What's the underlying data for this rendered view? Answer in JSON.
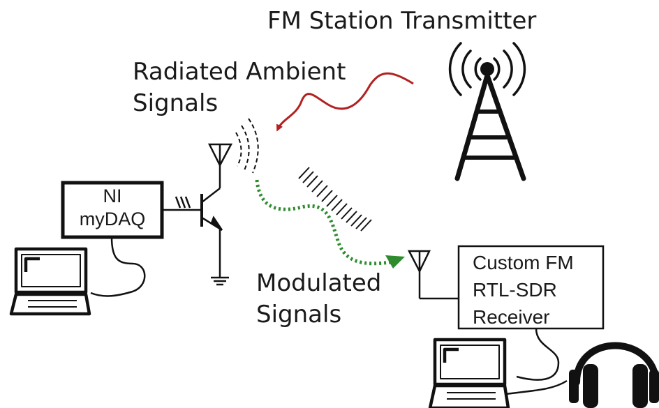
{
  "labels": {
    "transmitter": "FM Station Transmitter",
    "ambient_line1": "Radiated Ambient",
    "ambient_line2": "Signals",
    "modulated_line1": "Modulated",
    "modulated_line2": "Signals"
  },
  "daq_box": {
    "line1": "NI",
    "line2": "myDAQ"
  },
  "receiver_box": {
    "line1": "Custom FM",
    "line2": "RTL-SDR",
    "line3": "Receiver"
  },
  "colors": {
    "ambient_arrow": "#b22222",
    "modulated_path": "#2e8b2e",
    "stroke": "#111111"
  },
  "icons": [
    "tower-icon",
    "antenna-icon",
    "transistor-icon",
    "ground-icon",
    "laptop-icon",
    "headphones-icon"
  ]
}
